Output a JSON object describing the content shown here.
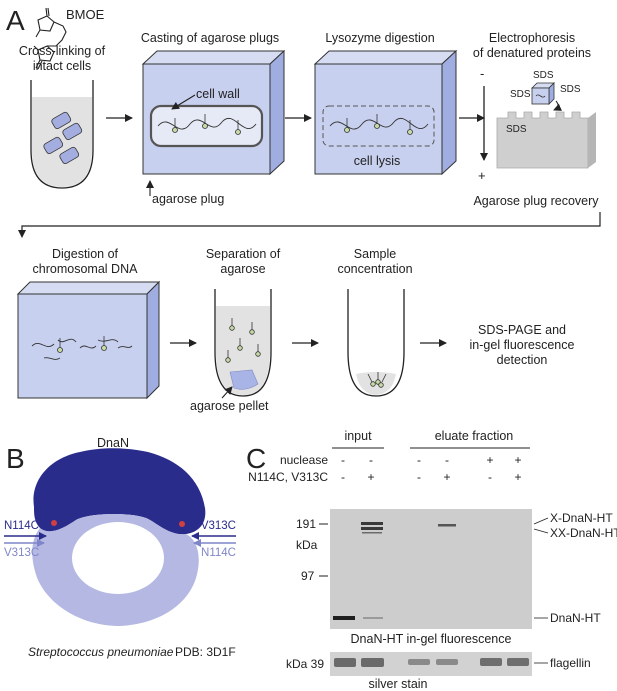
{
  "panels": {
    "a": "A",
    "b": "B",
    "c": "C"
  },
  "panel_a": {
    "bmoe": "BMOE",
    "crosslink": [
      "Cross-linking of",
      "intact cells"
    ],
    "casting": "Casting of agarose plugs",
    "cell_wall": "cell wall",
    "agarose_plug": "agarose plug",
    "lysozyme": "Lysozyme digestion",
    "cell_lysis": "cell lysis",
    "electrophoresis": [
      "Electrophoresis",
      "of denatured proteins"
    ],
    "sds": "SDS",
    "minus": "-",
    "plus": "+",
    "recovery": "Agarose plug recovery",
    "digestion": [
      "Digestion of",
      "chromosomal DNA"
    ],
    "separation": [
      "Separation of",
      "agarose"
    ],
    "concentration": [
      "Sample",
      "concentration"
    ],
    "agarose_pellet": "agarose pellet",
    "sds_page": [
      "SDS-PAGE and",
      "in-gel fluorescence",
      "detection"
    ]
  },
  "panel_b": {
    "protein": "DnaN",
    "left_top": "N114C",
    "left_bottom": "V313C",
    "right_top": "V313C",
    "right_bottom": "N114C",
    "organism": "Streptococcus pneumoniae",
    "pdb": "PDB: 3D1F"
  },
  "panel_c": {
    "input": "input",
    "eluate": "eluate fraction",
    "row1_label": "nuclease",
    "row2_label": "N114C, V313C",
    "nuclease": [
      "-",
      "-",
      "-",
      "-",
      "+",
      "+"
    ],
    "mutant": [
      "-",
      "+",
      "-",
      "+",
      "-",
      "+"
    ],
    "marker_191": "191",
    "kda": "kDa",
    "marker_97": "97",
    "x_dnan": "X-DnaN-HT",
    "xx_dnan": "XX-DnaN-HT",
    "dnan_ht": "DnaN-HT",
    "fluor_caption": "DnaN-HT in-gel fluorescence",
    "kda39": "kDa 39",
    "flagellin": "flagellin",
    "silver": "silver stain"
  },
  "colors": {
    "plug": "#c7d0ee",
    "plug_side": "#9fade0",
    "dark_protein": "#2a2c8c",
    "light_protein": "#b4b8e2",
    "gel": "#cfcfcf"
  }
}
